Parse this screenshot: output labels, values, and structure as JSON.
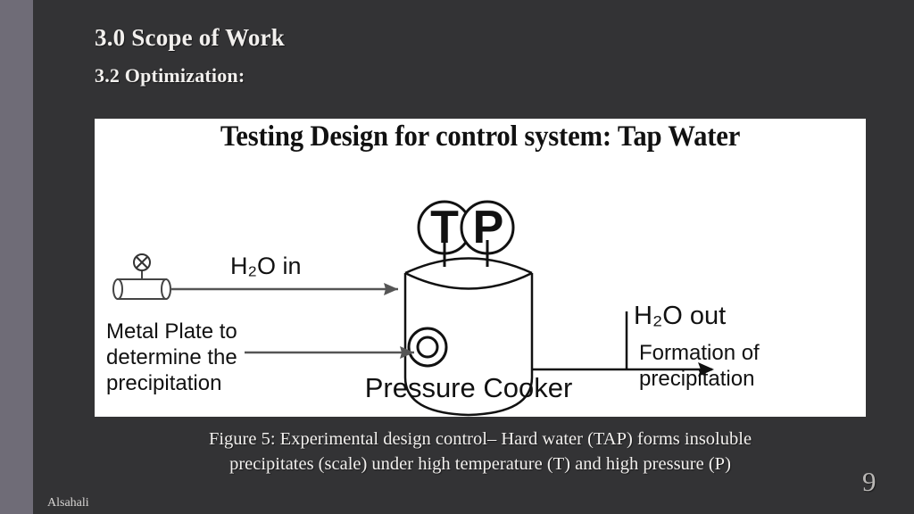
{
  "slide": {
    "background_color": "#333335",
    "stripe_color": "#6f6c77",
    "heading_main": "3.0 Scope of Work",
    "heading_sub": "3.2 Optimization:",
    "page_number": "9",
    "footer_author": "Alsahali"
  },
  "figure": {
    "panel_background": "#ffffff",
    "title": "Testing Design for control system: Tap Water",
    "labels": {
      "inlet": "H₂O in",
      "outlet": "H₂O out",
      "vessel": "Pressure Cooker",
      "temperature_gauge": "T",
      "pressure_gauge": "P",
      "metal_plate_line1": "Metal Plate to",
      "metal_plate_line2": "determine the",
      "metal_plate_line3": "precipitation",
      "formation_line1": "Formation of",
      "formation_line2": "precipitation"
    }
  },
  "caption": {
    "line1": "Figure 5: Experimental design control– Hard water  (TAP) forms insoluble",
    "line2": "precipitates (scale) under high temperature (T) and high pressure (P)"
  }
}
